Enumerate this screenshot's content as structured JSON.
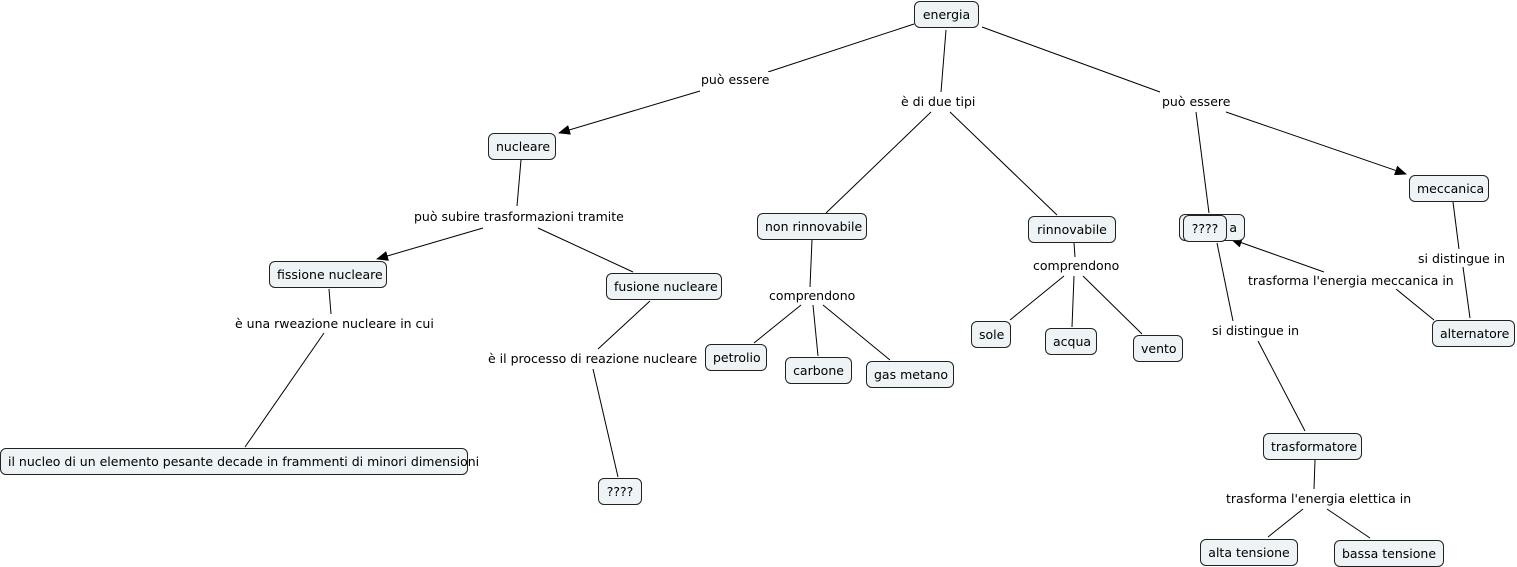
{
  "concepts": {
    "energia": "energia",
    "nucleare": "nucleare",
    "fissione": "fissione nucleare",
    "fusione": "fusione nucleare",
    "nucleo": "il nucleo di un elemento pesante decade in frammenti di minori dimensioni",
    "fusione_unknown": "????",
    "non_rinnovabile": "non rinnovabile",
    "petrolio": "petrolio",
    "carbone": "carbone",
    "gas_metano": "gas metano",
    "rinnovabile": "rinnovabile",
    "sole": "sole",
    "acqua": "acqua",
    "vento": "vento",
    "elettrica_hidden": "a",
    "elettrica_unknown": "????",
    "meccanica": "meccanica",
    "alternatore": "alternatore",
    "trasformatore": "trasformatore",
    "alta_tensione": "alta tensione",
    "bassa_tensione": "bassa tensione"
  },
  "links": {
    "puo_essere_left": "può essere",
    "due_tipi": "è di due tipi",
    "puo_essere_right": "può essere",
    "trasformazioni": "può subire trasformazioni tramite",
    "rweazione": "è una rweazione nucleare in cui",
    "processo": "è il processo di reazione nucleare",
    "comprendono_non": "comprendono",
    "comprendono_rinn": "comprendono",
    "si_distingue_left": "si distingue in",
    "si_distingue_right": "si distingue in",
    "trasforma_meccanica": "trasforma l'energia meccanica in",
    "trasforma_elettica": "trasforma l'energia elettica in"
  },
  "colors": {
    "node_fill": "#eef3f5",
    "node_border": "#222222",
    "line": "#000000"
  }
}
